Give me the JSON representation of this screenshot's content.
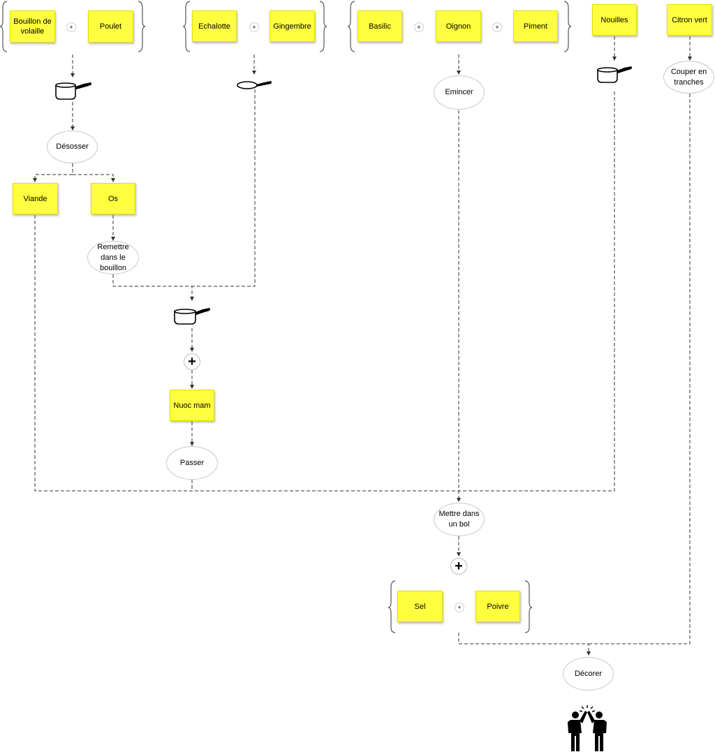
{
  "ingredients": {
    "bouillon": "Bouillon de volaille",
    "poulet": "Poulet",
    "echalotte": "Echalotte",
    "gingembre": "Gingembre",
    "basilic": "Basilic",
    "oignon": "Oignon",
    "piment": "Piment",
    "nouilles": "Nouilles",
    "citron": "Citron vert",
    "viande": "Viande",
    "os": "Os",
    "nuoc_mam": "Nuoc mam",
    "sel": "Sel",
    "poivre": "Poivre"
  },
  "steps": {
    "desosser": "Désosser",
    "remettre": "Remettre dans le bouillon",
    "emincer": "Emincer",
    "couper": "Couper en tranches",
    "passer": "Passer",
    "bol": "Mettre dans un bol",
    "decorer": "Décorer"
  },
  "symbols": {
    "plus_small": "+",
    "plus_big": "+"
  },
  "icons": {
    "saucepan": "saucepan-icon",
    "frying_pan": "frying-pan-icon",
    "celebration": "high-five-icon"
  }
}
